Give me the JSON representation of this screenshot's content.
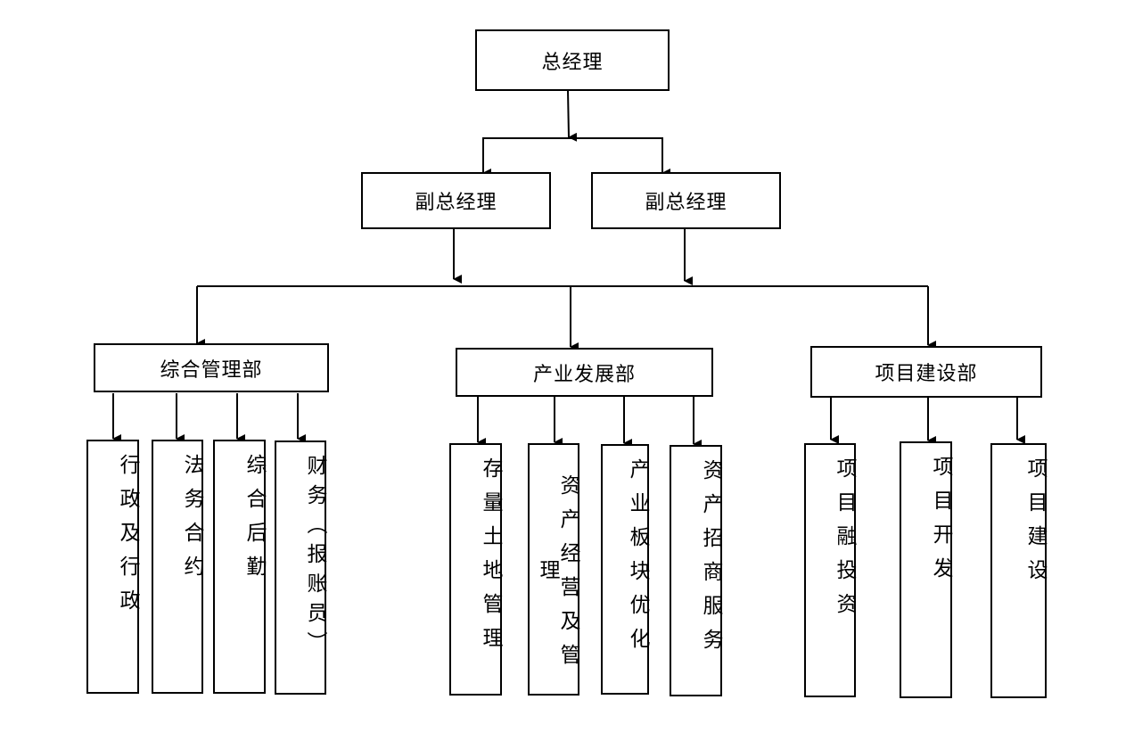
{
  "chart": {
    "ceo": "总经理",
    "vp_left": "副总经理",
    "vp_right": "副总经理",
    "dept_admin": "综合管理部",
    "dept_industry": "产业发展部",
    "dept_project": "项目建设部",
    "admin_units": [
      "行政及行政",
      "法务合约",
      "综合后勤",
      "财务（报账员）"
    ],
    "industry_units": [
      "存量土地管理",
      "资产经营及管理",
      "产业板块优化",
      "资产招商服务"
    ],
    "project_units": [
      "项目融投资",
      "项目开发",
      "项目建设"
    ]
  }
}
